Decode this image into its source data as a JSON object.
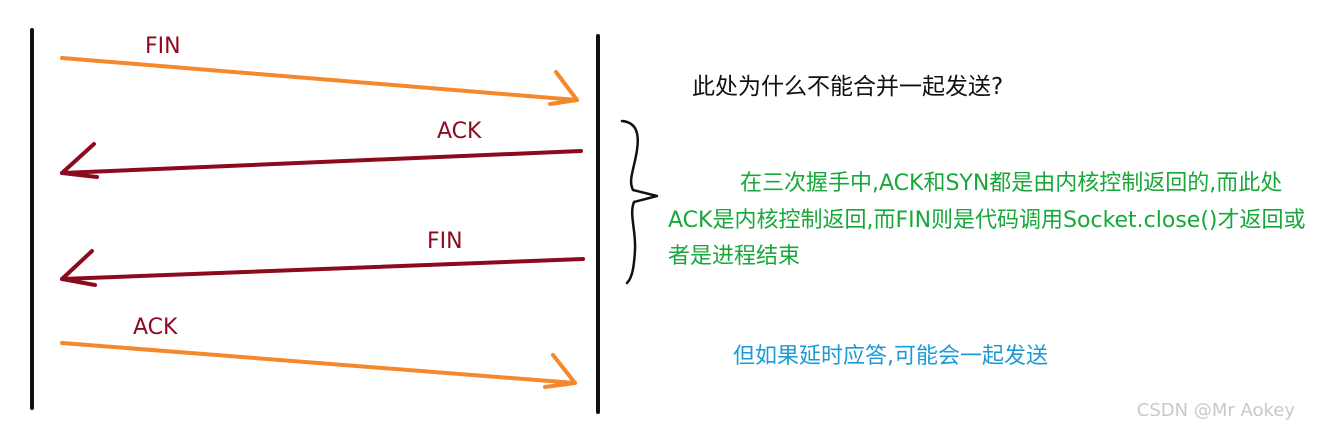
{
  "labels": {
    "fin_1": "FIN",
    "ack_1": "ACK",
    "fin_2": "FIN",
    "ack_2": "ACK"
  },
  "question": "此处为什么不能合并一起发送?",
  "explanation": "在三次握手中,ACK和SYN都是由内核控制返回的,而此处ACK是内核控制返回,而FIN则是代码调用Socket.close()才返回或者是进程结束",
  "note": "但如果延时应答,可能会一起发送",
  "watermark": "CSDN @Mr  Aokey",
  "colors": {
    "orange_arrow": "#f5882a",
    "red_arrow": "#8b0a1e",
    "timeline": "#111111",
    "explanation_text": "#18a83a",
    "note_text": "#1b9ad6"
  }
}
